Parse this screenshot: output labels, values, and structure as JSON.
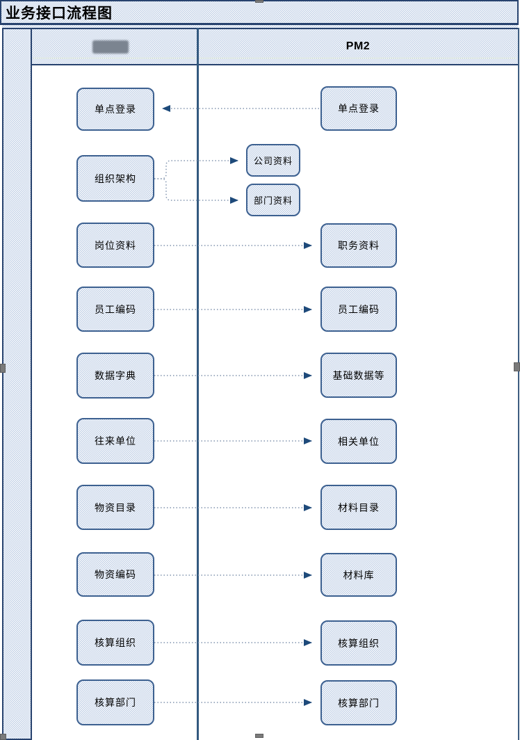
{
  "diagram": {
    "title": "业务接口流程图",
    "lanes": [
      {
        "label": "",
        "redacted": true
      },
      {
        "label": "PM2",
        "redacted": false
      }
    ],
    "left_nodes": [
      "单点登录",
      "组织架构",
      "岗位资料",
      "员工编码",
      "数据字典",
      "往来单位",
      "物资目录",
      "物资编码",
      "核算组织",
      "核算部门"
    ],
    "mid_nodes": [
      "公司资料",
      "部门资料"
    ],
    "right_nodes": [
      "单点登录",
      "职务资料",
      "员工编码",
      "基础数据等",
      "相关单位",
      "材料目录",
      "材料库",
      "核算组织",
      "核算部门"
    ],
    "connections": [
      {
        "from": "PM2:单点登录",
        "to": "单点登录",
        "style": "dotted-arrow"
      },
      {
        "from": "组织架构",
        "to": "PM2:公司资料",
        "style": "dotted-arrow"
      },
      {
        "from": "组织架构",
        "to": "PM2:部门资料",
        "style": "dotted-arrow"
      },
      {
        "from": "岗位资料",
        "to": "PM2:职务资料",
        "style": "dotted-arrow"
      },
      {
        "from": "员工编码",
        "to": "PM2:员工编码",
        "style": "dotted-arrow"
      },
      {
        "from": "数据字典",
        "to": "PM2:基础数据等",
        "style": "dotted-arrow"
      },
      {
        "from": "往来单位",
        "to": "PM2:相关单位",
        "style": "dotted-arrow"
      },
      {
        "from": "物资目录",
        "to": "PM2:材料目录",
        "style": "dotted-arrow"
      },
      {
        "from": "物资编码",
        "to": "PM2:材料库",
        "style": "dotted-arrow"
      },
      {
        "from": "核算组织",
        "to": "PM2:核算组织",
        "style": "dotted-arrow"
      },
      {
        "from": "核算部门",
        "to": "PM2:核算部门",
        "style": "dotted-arrow"
      }
    ],
    "colors": {
      "texture_blue": "#bfcfe5",
      "frame_border": "#27426e",
      "box_border": "#3c6090",
      "lane_divider": "#33597f",
      "arrowhead": "#1e4a7a",
      "dotted_line": "#8093ad",
      "redaction_gray": "#7b8490",
      "handle_gray": "#7a7a7a"
    }
  }
}
